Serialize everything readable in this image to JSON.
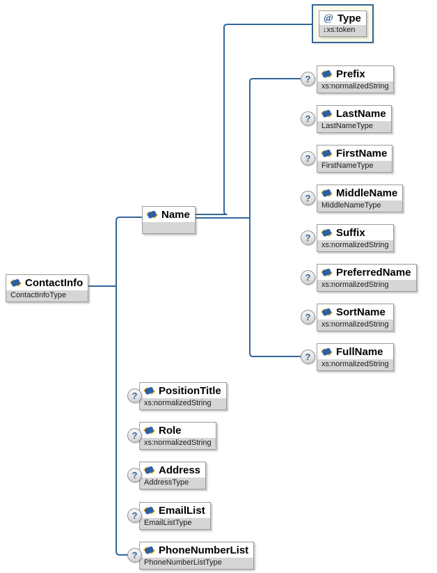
{
  "optional_marker": "?",
  "root": {
    "name": "ContactInfo",
    "type": "ContactInfoType"
  },
  "attribute": {
    "at_symbol": "@",
    "name": "Type",
    "type": "↓xs:token"
  },
  "name_node": {
    "name": "Name",
    "type": ""
  },
  "name_children": [
    {
      "name": "Prefix",
      "type": "xs:normalizedString"
    },
    {
      "name": "LastName",
      "type": "LastNameType"
    },
    {
      "name": "FirstName",
      "type": "FirstNameType"
    },
    {
      "name": "MiddleName",
      "type": "MiddleNameType"
    },
    {
      "name": "Suffix",
      "type": "xs:normalizedString"
    },
    {
      "name": "PreferredName",
      "type": "xs:normalizedString"
    },
    {
      "name": "SortName",
      "type": "xs:normalizedString"
    },
    {
      "name": "FullName",
      "type": "xs:normalizedString"
    }
  ],
  "root_children": [
    {
      "name": "PositionTitle",
      "type": "xs:normalizedString"
    },
    {
      "name": "Role",
      "type": "xs:normalizedString"
    },
    {
      "name": "Address",
      "type": "AddressType"
    },
    {
      "name": "EmailList",
      "type": "EmailListType"
    },
    {
      "name": "PhoneNumberList",
      "type": "PhoneNumberListType"
    }
  ],
  "colors": {
    "connector": "#336699",
    "box_border": "#9b9b9b",
    "type_row_bg": "#d6d6d6",
    "attr_frame_bg": "#fbfbe9"
  }
}
